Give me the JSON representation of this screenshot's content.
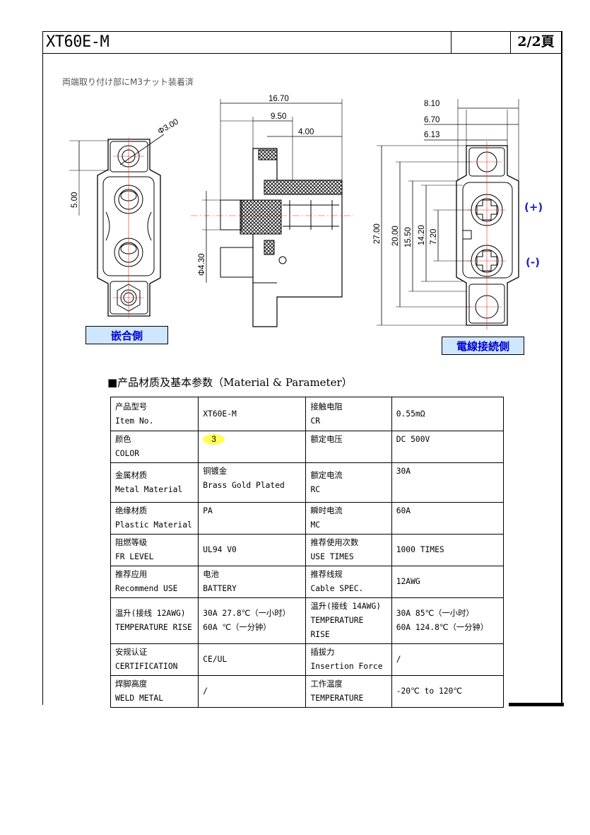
{
  "header": {
    "title": "XT60E-M",
    "page": "2/2頁"
  },
  "note": "両端取り付け部にM3ナット装着済",
  "drawing": {
    "dims": {
      "d_hole": "Φ3.00",
      "left_h": "5.00",
      "w1": "16.70",
      "w2": "9.50",
      "w3": "4.00",
      "d_pin": "Φ4.30",
      "r1": "8.10",
      "r2": "6.70",
      "r3": "6.13",
      "h1": "27.00",
      "h2": "20.00",
      "h3": "15.50",
      "h4": "14.20",
      "h5": "7.20"
    },
    "label_mating": "嵌合側",
    "label_wire": "電線接続側",
    "pol_plus": "(+)",
    "pol_minus": "(-)"
  },
  "section_title": "■产品材质及基本参数（Material & Parameter）",
  "table": {
    "rows": [
      [
        [
          "产品型号",
          "Item No."
        ],
        [
          "XT60E-M",
          ""
        ],
        [
          "接触电阻",
          "CR"
        ],
        [
          "0.55mΩ",
          ""
        ]
      ],
      [
        [
          "颜色",
          "COLOR"
        ],
        [
          "3",
          ""
        ],
        [
          "额定电压",
          ""
        ],
        [
          "DC 500V",
          ""
        ]
      ],
      [
        [
          "金属材质",
          "Metal Material"
        ],
        [
          "铜镀金",
          "Brass Gold Plated"
        ],
        [
          "额定电流",
          "RC"
        ],
        [
          "30A",
          ""
        ]
      ],
      [
        [
          "绝缘材质",
          "Plastic Material"
        ],
        [
          "PA",
          ""
        ],
        [
          "瞬时电流",
          "MC"
        ],
        [
          "60A",
          ""
        ]
      ],
      [
        [
          "阻燃等级",
          "FR LEVEL"
        ],
        [
          "UL94 V0",
          ""
        ],
        [
          "推荐使用次数",
          "USE TIMES"
        ],
        [
          "1000 TIMES",
          ""
        ]
      ],
      [
        [
          "推荐应用",
          "Recommend USE"
        ],
        [
          "电池",
          "BATTERY"
        ],
        [
          "推荐线规",
          "Cable SPEC."
        ],
        [
          "12AWG",
          ""
        ]
      ],
      [
        [
          "温升(接线 12AWG)",
          "TEMPERATURE RISE"
        ],
        [
          "30A 27.8℃（一小时）",
          "60A    ℃（一分钟）"
        ],
        [
          "温升(接线 14AWG)",
          "TEMPERATURE",
          "RISE"
        ],
        [
          "30A    85℃（一小时）",
          "60A 124.8℃（一分钟）"
        ]
      ],
      [
        [
          "安规认证",
          "CERTIFICATION"
        ],
        [
          "CE/UL",
          ""
        ],
        [
          "插拔力",
          "Insertion Force"
        ],
        [
          "  /",
          ""
        ]
      ],
      [
        [
          "焊脚高度",
          "WELD METAL"
        ],
        [
          "/",
          ""
        ],
        [
          "工作温度",
          "TEMPERATURE"
        ],
        [
          "-20℃ to 120℃",
          ""
        ]
      ]
    ]
  }
}
